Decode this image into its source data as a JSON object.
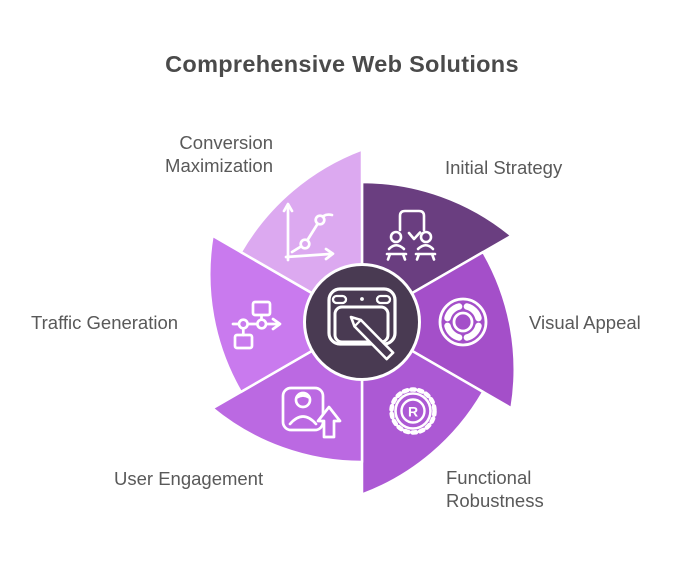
{
  "title": {
    "text": "Comprehensive Web Solutions",
    "color": "#4a4a4a"
  },
  "background_color": "#ffffff",
  "label_color": "#595959",
  "center_hub": {
    "icon": "graphics-tablet-stylus-icon",
    "color": "#493a52",
    "ring_color": "#ffffff"
  },
  "segments": [
    {
      "label": "Initial Strategy",
      "color": "#6a3e80",
      "icon": "team-meeting-icon",
      "position": "top-right"
    },
    {
      "label": "Visual Appeal",
      "color": "#a44fc9",
      "icon": "color-wheel-icon",
      "position": "right"
    },
    {
      "label": "Functional Robustness",
      "color": "#ac59d4",
      "icon": "gear-r-icon",
      "icon_letter": "R",
      "position": "bottom-right"
    },
    {
      "label": "User Engagement",
      "color": "#bb69e2",
      "icon": "user-profile-up-arrow-icon",
      "position": "bottom-left"
    },
    {
      "label": "Traffic Generation",
      "color": "#c97aee",
      "icon": "flowchart-icon",
      "position": "left"
    },
    {
      "label": "Conversion Maximization",
      "color": "#dca9f0",
      "icon": "growth-chart-icon",
      "position": "top-left"
    }
  ]
}
